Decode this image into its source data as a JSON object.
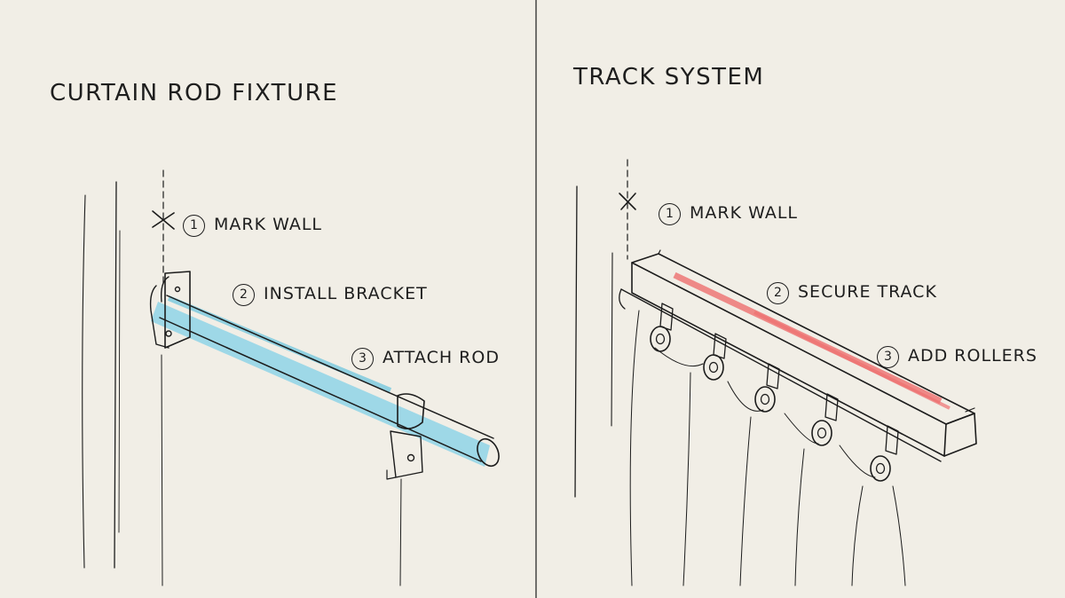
{
  "left_panel": {
    "title": "CURTAIN ROD FIXTURE",
    "steps": [
      {
        "number": "1",
        "text": "MARK WALL"
      },
      {
        "number": "2",
        "text": "INSTALL BRACKET"
      },
      {
        "number": "3",
        "text": "ATTACH ROD"
      }
    ]
  },
  "right_panel": {
    "title": "TRACK SYSTEM",
    "steps": [
      {
        "number": "1",
        "text": "MARK WALL"
      },
      {
        "number": "2",
        "text": "SECURE TRACK"
      },
      {
        "number": "3",
        "text": "ADD ROLLERS"
      }
    ]
  },
  "colors": {
    "paper": "#f1eee6",
    "ink": "#1c1c1c",
    "rod_highlight": "#8fd3e6",
    "track_highlight": "#ee6f6f"
  }
}
